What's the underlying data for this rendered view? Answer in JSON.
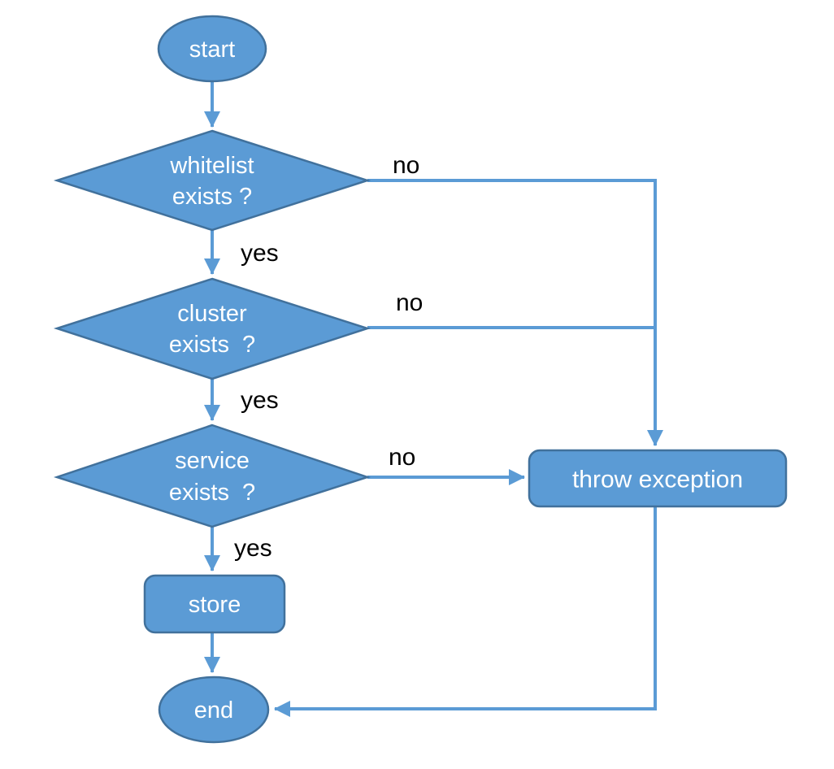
{
  "diagram": {
    "type": "flowchart",
    "background": "#ffffff",
    "colors": {
      "shape_fill": "#5B9BD5",
      "shape_border": "#41719C",
      "connector": "#5B9BD5",
      "shape_text": "#ffffff",
      "edge_label_text": "#000000"
    },
    "nodes": {
      "start": {
        "shape": "ellipse",
        "label": "start"
      },
      "whitelist_exists": {
        "shape": "diamond",
        "label_line1": "whitelist",
        "label_line2": "exists ?"
      },
      "cluster_exists": {
        "shape": "diamond",
        "label_line1": "cluster",
        "label_line2": "exists  ?"
      },
      "service_exists": {
        "shape": "diamond",
        "label_line1": "service",
        "label_line2": "exists  ?"
      },
      "throw_exception": {
        "shape": "rounded_rectangle",
        "label": "throw exception"
      },
      "store": {
        "shape": "rounded_rectangle",
        "label": "store"
      },
      "end": {
        "shape": "ellipse",
        "label": "end"
      }
    },
    "edges": [
      {
        "from": "start",
        "to": "whitelist_exists",
        "label": ""
      },
      {
        "from": "whitelist_exists",
        "to": "throw_exception",
        "label": "no"
      },
      {
        "from": "whitelist_exists",
        "to": "cluster_exists",
        "label": "yes"
      },
      {
        "from": "cluster_exists",
        "to": "throw_exception",
        "label": "no"
      },
      {
        "from": "cluster_exists",
        "to": "service_exists",
        "label": "yes"
      },
      {
        "from": "service_exists",
        "to": "throw_exception",
        "label": "no"
      },
      {
        "from": "service_exists",
        "to": "store",
        "label": "yes"
      },
      {
        "from": "store",
        "to": "end",
        "label": ""
      },
      {
        "from": "throw_exception",
        "to": "end",
        "label": ""
      }
    ]
  }
}
